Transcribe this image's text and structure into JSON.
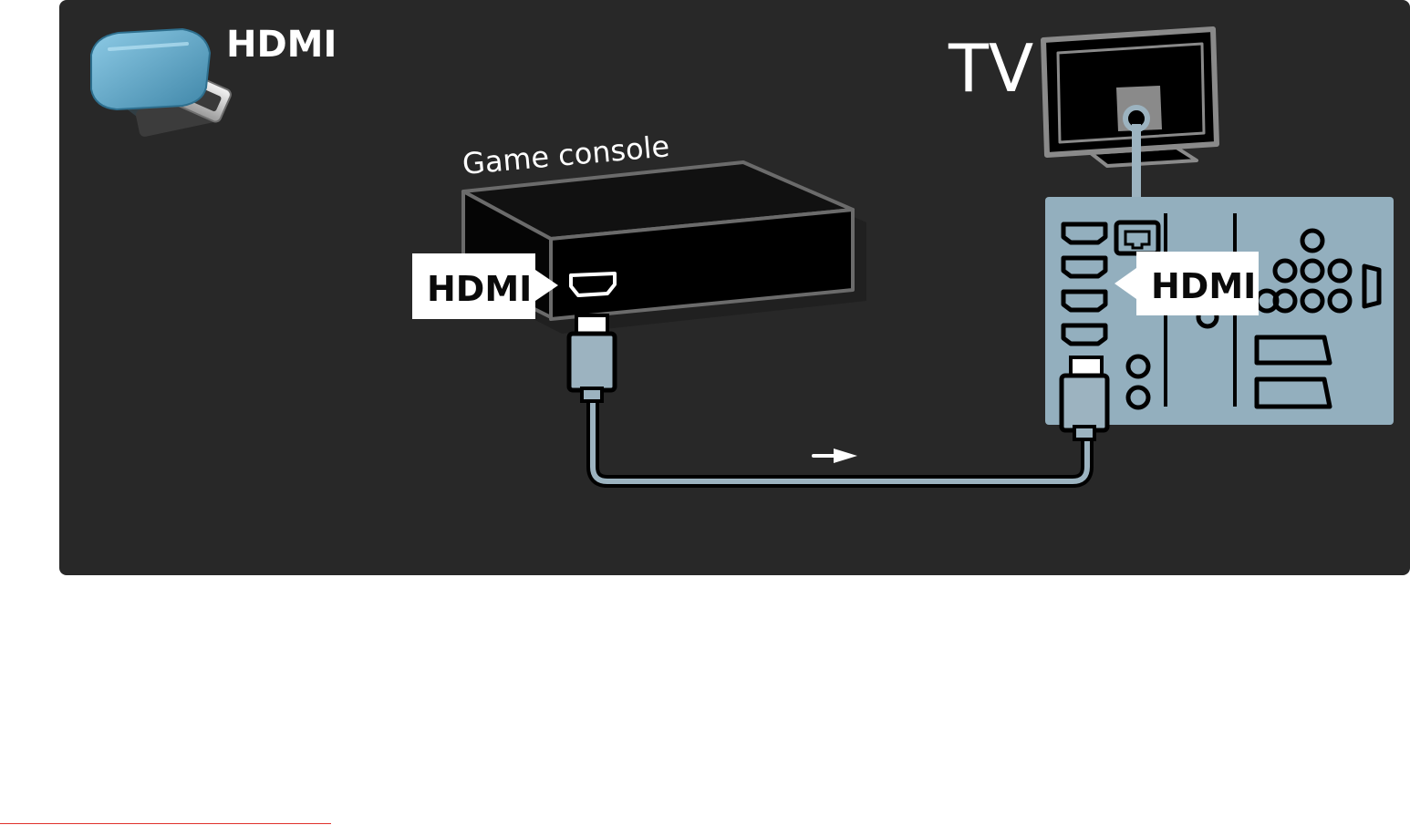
{
  "legend": {
    "label": "HDMI",
    "icon": "hdmi-plug-icon"
  },
  "tv": {
    "label": "TV",
    "icon": "tv-back-icon"
  },
  "console": {
    "label": "Game console",
    "port_label": "HDMI"
  },
  "tv_panel": {
    "port_label": "HDMI"
  },
  "cable": {
    "direction_icon": "arrow-right-icon"
  },
  "colors": {
    "background": "#282828",
    "panel": "#93afbe",
    "cable": "#9cb3c0",
    "label_box": "#ffffff"
  }
}
